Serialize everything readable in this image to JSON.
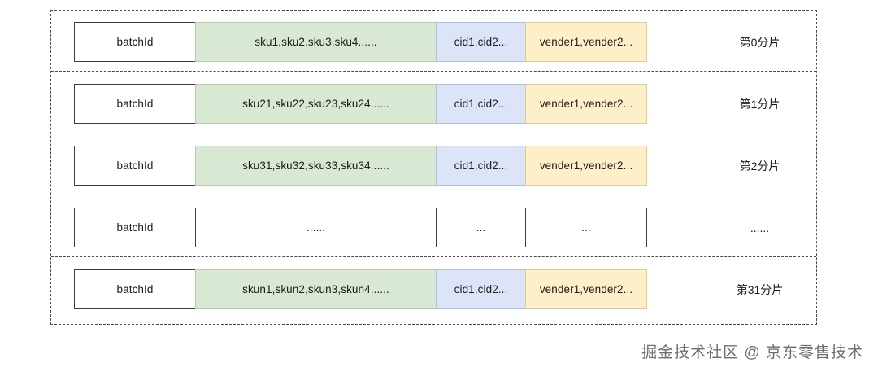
{
  "diagram": {
    "title": "batch sharding layout",
    "colors": {
      "sku_fill": "#d9e8d2",
      "cid_fill": "#dbe5f7",
      "vendor_fill": "#fdf0c8",
      "batch_fill": "#ffffff",
      "border": "#3d3d3d",
      "dashed_border": "#4a4a4a",
      "text": "#1b1b1b",
      "watermark": "#6d6d6d"
    },
    "rows": [
      {
        "batch": "batchId",
        "sku": "sku1,sku2,sku3,sku4......",
        "cid": "cid1,cid2...",
        "vendor": "vender1,vender2...",
        "shard": "第0分片",
        "colored": true,
        "divided": true
      },
      {
        "batch": "batchId",
        "sku": "sku21,sku22,sku23,sku24......",
        "cid": "cid1,cid2...",
        "vendor": "vender1,vender2...",
        "shard": "第1分片",
        "colored": true,
        "divided": true
      },
      {
        "batch": "batchId",
        "sku": "sku31,sku32,sku33,sku34......",
        "cid": "cid1,cid2...",
        "vendor": "vender1,vender2...",
        "shard": "第2分片",
        "colored": true,
        "divided": true
      },
      {
        "batch": "batchId",
        "sku": "......",
        "cid": "...",
        "vendor": "...",
        "shard": "......",
        "colored": false,
        "divided": true
      },
      {
        "batch": "batchId",
        "sku": "skun1,skun2,skun3,skun4......",
        "cid": "cid1,cid2...",
        "vendor": "vender1,vender2...",
        "shard": "第31分片",
        "colored": true,
        "divided": false
      }
    ]
  },
  "footer": {
    "watermark": "掘金技术社区 @ 京东零售技术"
  }
}
